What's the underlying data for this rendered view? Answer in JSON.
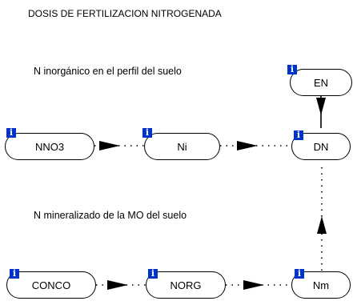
{
  "title": "DOSIS DE FERTILIZACION NITROGENADA",
  "labels": {
    "inorganic": "N inorgánico en el perfil del suelo",
    "mineralized": "N mineralizado de la MO del suelo"
  },
  "info_icon_glyph": "i",
  "nodes": {
    "EN": "EN",
    "NNO3": "NNO3",
    "Ni": "Ni",
    "DN": "DN",
    "CONCO": "CONCO",
    "NORG": "NORG",
    "Nm": "Nm"
  },
  "colors": {
    "info_badge": "#0033cc",
    "line": "#000000"
  }
}
